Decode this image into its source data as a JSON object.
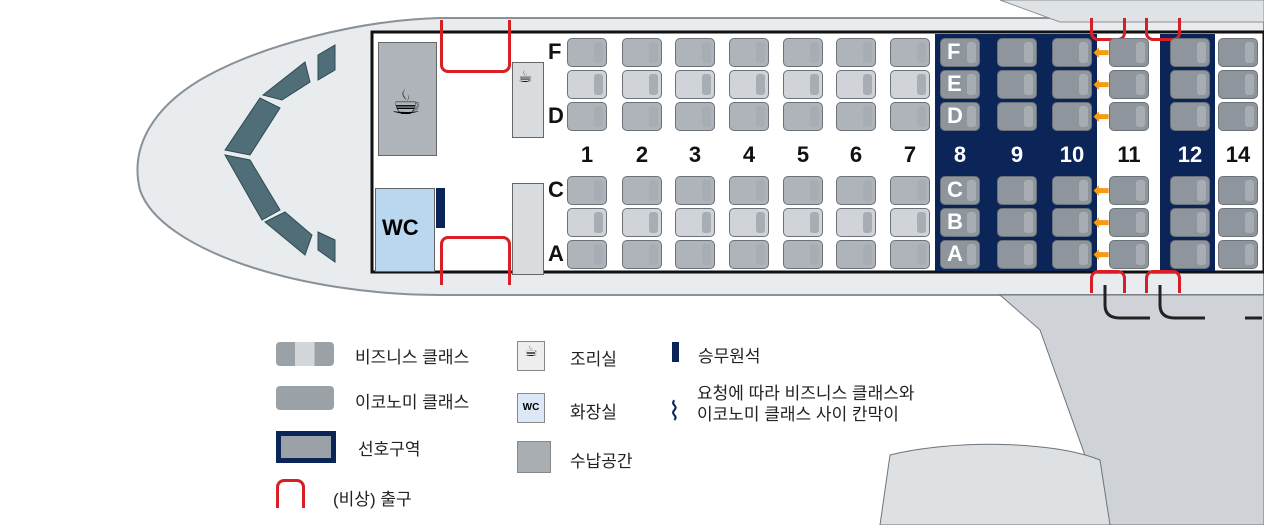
{
  "rows": {
    "business": [
      "1",
      "2",
      "3",
      "4",
      "5",
      "6",
      "7"
    ],
    "economy": [
      "8",
      "9",
      "10",
      "11",
      "12",
      "14"
    ]
  },
  "seat_letters": {
    "upper": [
      "F",
      "E",
      "D"
    ],
    "lower": [
      "C",
      "B",
      "A"
    ]
  },
  "facilities": {
    "wc": "WC"
  },
  "legend": {
    "business": "비즈니스 클래스",
    "economy": "이코노미 클래스",
    "preferred": "선호구역",
    "exit": "(비상) 출구",
    "galley": "조리실",
    "lavatory": "화장실",
    "lavatory_icon": "WC",
    "storage": "수납공간",
    "crew_seat": "승무원석",
    "divider": "요청에 따라 비즈니스 클래스와 이코노미 클래스 사이 칸막이"
  },
  "colors": {
    "preferred": "#0b2559",
    "exit": "#d91f26",
    "arrow": "#f59b16"
  }
}
